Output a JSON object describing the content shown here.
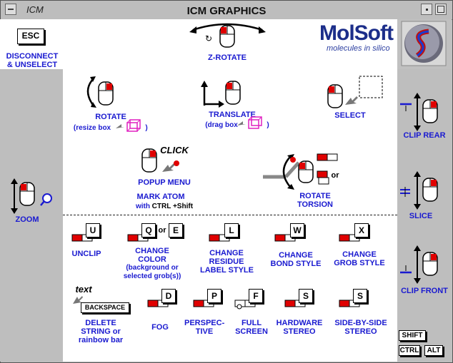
{
  "window": {
    "app_name": "ICM",
    "title": "ICM GRAPHICS"
  },
  "esc": {
    "key": "ESC",
    "label_line1": "DISCONNECT",
    "label_line2": "& UNSELECT"
  },
  "zrotate": {
    "label": "Z-ROTATE"
  },
  "brand": {
    "name": "MolSoft",
    "tagline": "molecules in silico"
  },
  "rotate": {
    "label": "ROTATE",
    "sub": "(resize box",
    "sub_end": ")"
  },
  "translate": {
    "label": "TRANSLATE",
    "sub": "(drag box",
    "sub_end": ")"
  },
  "select": {
    "label": "SELECT"
  },
  "popup": {
    "click_text": "CLICK",
    "label": "POPUP MENU",
    "mark_atom": "MARK ATOM",
    "with_text": "with",
    "ctrl": "CTRL",
    "shift": "+Shift"
  },
  "torsion": {
    "label_line1": "ROTATE",
    "label_line2": "TORSION",
    "or": "or"
  },
  "zoom": {
    "label": "ZOOM"
  },
  "clip_rear": {
    "label": "CLIP REAR"
  },
  "slice": {
    "label": "SLICE"
  },
  "clip_front": {
    "label": "CLIP FRONT"
  },
  "unclip": {
    "key": "U",
    "label": "UNCLIP"
  },
  "change_color": {
    "key1": "Q",
    "or": "or",
    "key2": "E",
    "line1": "CHANGE",
    "line2": "COLOR",
    "line3": "(background or",
    "line4": "selected grob(s))"
  },
  "residue_label": {
    "key": "L",
    "line1": "CHANGE",
    "line2": "RESIDUE",
    "line3": "LABEL STYLE"
  },
  "bond_style": {
    "key": "W",
    "line1": "CHANGE",
    "line2": "BOND STYLE"
  },
  "grob_style": {
    "key": "X",
    "line1": "CHANGE",
    "line2": "GROB STYLE"
  },
  "delete": {
    "text": "text",
    "key": "BACKSPACE",
    "line1": "DELETE",
    "line2": "STRING or",
    "line3": "rainbow bar"
  },
  "fog": {
    "key": "D",
    "label": "FOG"
  },
  "perspective": {
    "key": "P",
    "line1": "PERSPEC-",
    "line2": "TIVE"
  },
  "fullscreen": {
    "key": "F",
    "line1": "FULL",
    "line2": "SCREEN"
  },
  "hw_stereo": {
    "key": "S",
    "line1": "HARDWARE",
    "line2": "STEREO"
  },
  "sbs_stereo": {
    "key": "S",
    "line1": "SIDE-BY-SIDE",
    "line2": "STEREO"
  },
  "modifiers": {
    "shift": "SHIFT",
    "ctrl": "CTRL",
    "alt": "ALT"
  },
  "colors": {
    "accent": "#1a1ad0",
    "mouse_button": "#e00000",
    "pink_box": "#e020c0"
  }
}
